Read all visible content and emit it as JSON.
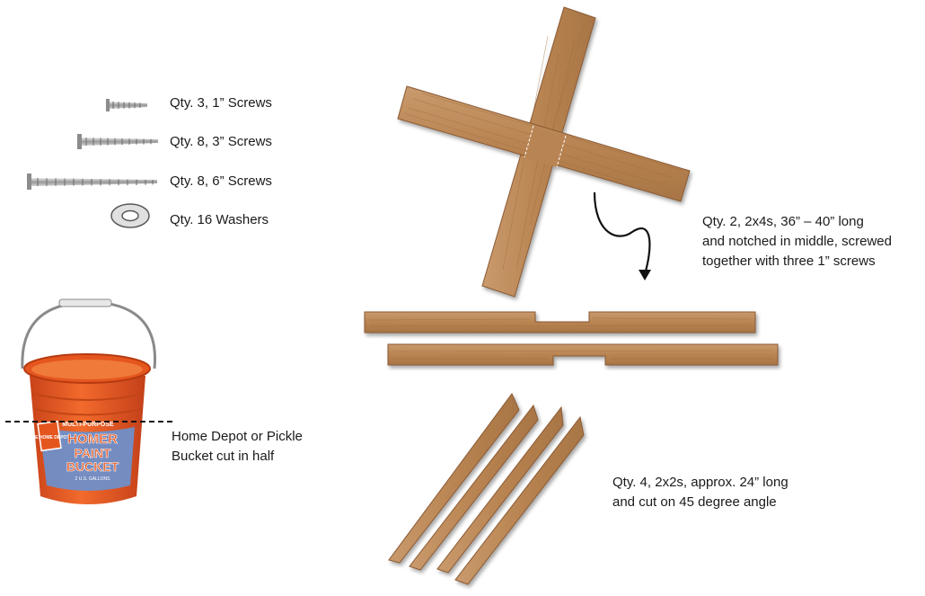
{
  "hardware": {
    "screws_1in": "Qty. 3,  1” Screws",
    "screws_3in": "Qty. 8,  3” Screws",
    "screws_6in": "Qty. 8,  6” Screws",
    "washers": "Qty. 16 Washers"
  },
  "bucket": {
    "label_line1": "Home Depot or Pickle",
    "label_line2": "Bucket cut in half",
    "brand_line1": "MULTI-PURPOSE",
    "brand_line2": "HOMER",
    "brand_line3": "PAINT",
    "brand_line4": "BUCKET",
    "brand_line5": "2 U.S. GALLONS",
    "logo_text": "THE HOME DEPOT"
  },
  "boards_2x4": {
    "line1": "Qty. 2, 2x4s, 36” – 40” long",
    "line2": "and notched in middle, screwed",
    "line3": "together with three  1” screws"
  },
  "boards_2x2": {
    "line1": "Qty. 4,  2x2s, approx. 24” long",
    "line2": "and cut on 45 degree angle"
  },
  "colors": {
    "wood": "#bf8a5a",
    "wood_dark": "#8a5a34",
    "bucket_orange": "#e9571f",
    "bucket_label": "#6f8fc9"
  }
}
